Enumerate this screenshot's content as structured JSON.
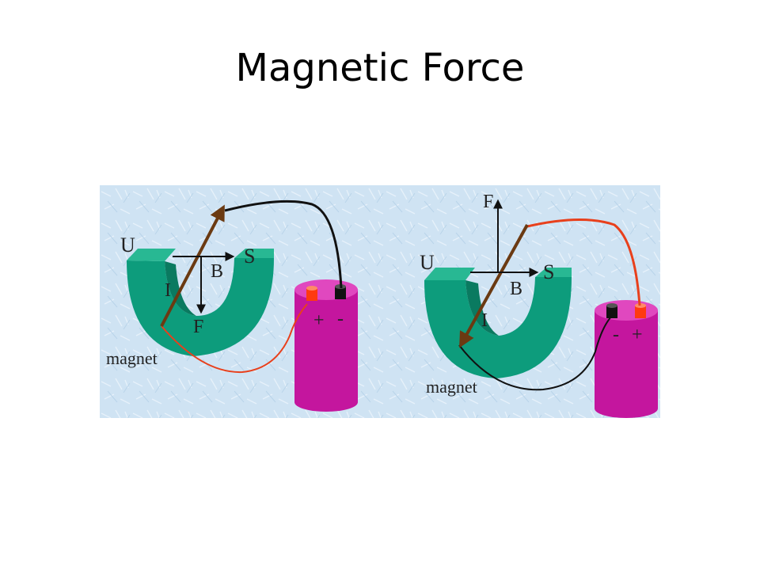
{
  "title": "Magnetic Force",
  "colors": {
    "background_panel": "#cfe3f3",
    "magnet": "#0d9c7c",
    "battery": "#c4169e",
    "conductor": "#6b3a12",
    "wire_red": "#e8401c",
    "wire_black": "#111111",
    "terminal_red": "#ff3a10",
    "terminal_black": "#111111"
  },
  "left_panel": {
    "pole_u": "U",
    "pole_s": "S",
    "label_b": "B",
    "label_i": "I",
    "label_f": "F",
    "magnet": "magnet",
    "plus": "+",
    "minus": "-"
  },
  "right_panel": {
    "pole_u": "U",
    "pole_s": "S",
    "label_b": "B",
    "label_i": "I",
    "label_f": "F",
    "magnet": "magnet",
    "minus": "-",
    "plus": "+"
  }
}
